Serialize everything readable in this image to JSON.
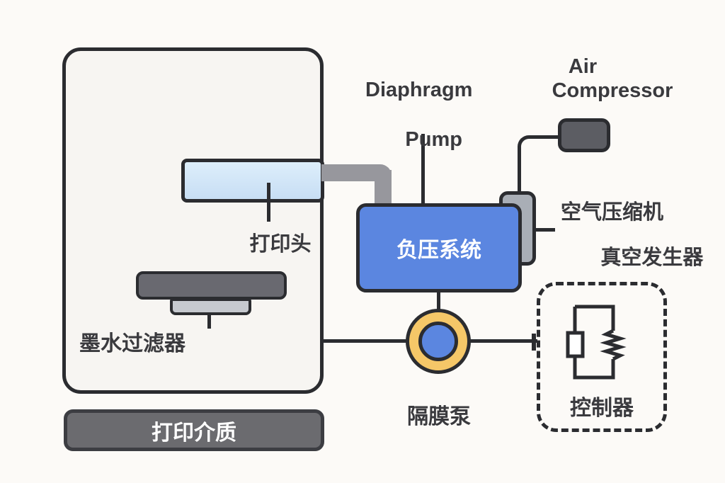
{
  "title": "printer negative pressure ink system diagram",
  "labels": {
    "print_head": "打印头",
    "ink_filter": "墨水过滤器",
    "print_media": "打印介质",
    "diaphragm_pump_en_line1": "Diaphragm",
    "diaphragm_pump_en_line2": "Pump",
    "negative_pressure_system": "负压系统",
    "air_compressor_en_line1": "Air",
    "air_compressor_en_line2": "Compressor",
    "air_compressor_cn_line1": "空气压缩机",
    "air_compressor_cn_line2": "真空发生器",
    "diaphragm_pump_cn": "隔膜泵",
    "controller": "控制器"
  },
  "icons": {
    "controller_symbol": "resistor-loop-circuit-icon",
    "diaphragm_pump_symbol": "concentric-circle-pump-icon"
  },
  "colors": {
    "background": "#fcfaf7",
    "printer_body_fill": "#f7f5f2",
    "accent_blue": "#5b86e0",
    "print_head_blue": "#cfe2f6",
    "pump_ring_yellow": "#f5c768",
    "compressor_gray": "#5c5d63",
    "connector_gray": "#a9aeb6",
    "pipe_gray": "#97979d",
    "filter_gray": "#696970",
    "media_bar_gray": "#6b6b6f",
    "outline": "#2b2c30",
    "text": "#3a3a3e"
  }
}
